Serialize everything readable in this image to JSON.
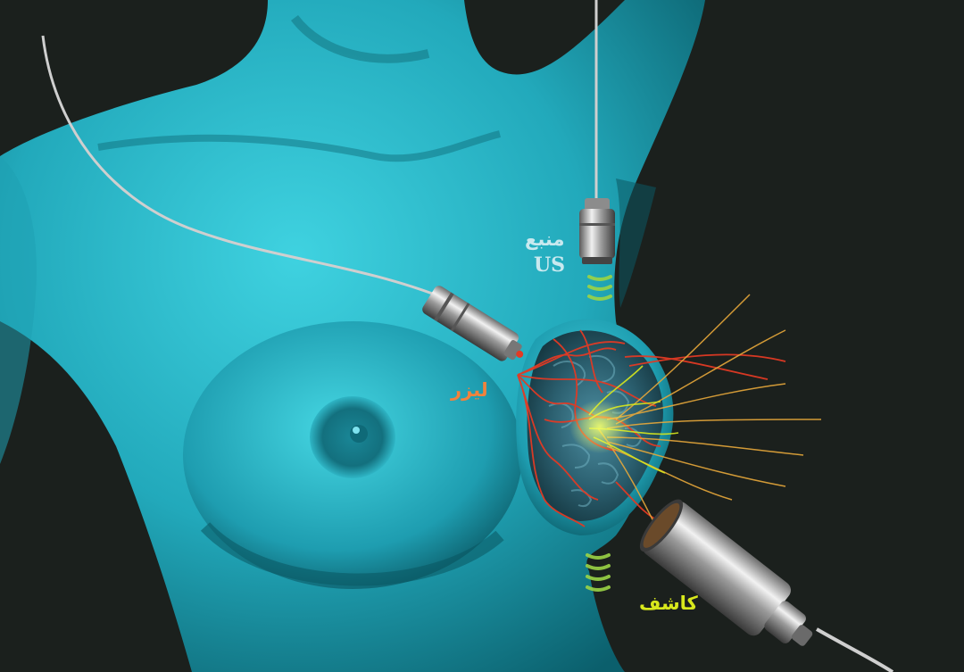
{
  "labels": {
    "us_source_arabic": "منبع",
    "us_source_abbrev": "US",
    "laser": "ليزر",
    "detector": "كاشف"
  },
  "colors": {
    "background": "#1b201d",
    "skin": "#2ec4d4",
    "skin_shadow": "#0a6876",
    "us_label": "#c9e9ef",
    "laser_label": "#f2823c",
    "detector_label": "#d8e81c",
    "ultrasound_waves": "#9bd446",
    "laser_rays": "#e23a24",
    "detector_rays": "#e7a83a",
    "probe_metal": "#c8c8c8"
  },
  "icons": {
    "laser_probe": "laser-probe-icon",
    "ultrasound_probe": "ultrasound-probe-icon",
    "detector_probe": "detector-probe-icon"
  }
}
